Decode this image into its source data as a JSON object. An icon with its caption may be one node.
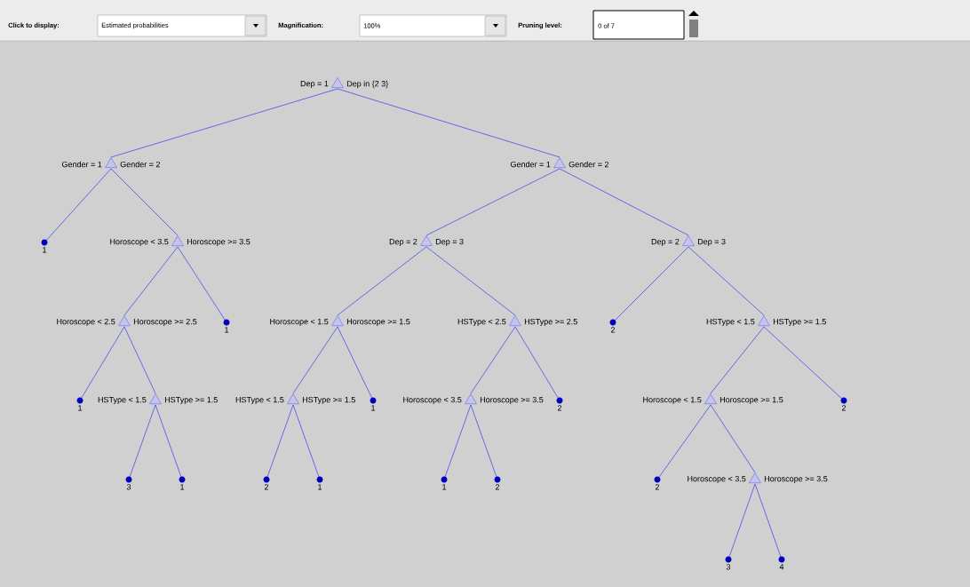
{
  "diagram": {
    "nodes": [
      {
        "text": [
          "Dep = 1",
          "Dep in {2 3}"
        ]
      },
      {
        "text": [
          "Gender = 1",
          "Gender = 2"
        ]
      },
      {
        "text": [
          "Gender = 1",
          "Gender = 2"
        ]
      },
      {
        "text": [
          "1"
        ]
      },
      {
        "text": [
          "Horoscope < 3.5",
          "Horoscope >= 3.5"
        ]
      },
      {
        "text": [
          "Dep = 2",
          "Dep = 3"
        ]
      },
      {
        "text": [
          "Dep = 2",
          "Dep = 3"
        ]
      },
      {
        "text": [
          "Horoscope < 2.5",
          "Horoscope >= 2.5"
        ]
      },
      {
        "text": [
          "1"
        ]
      },
      {
        "text": [
          "Horoscope < 1.5",
          "Horoscope >= 1.5"
        ]
      },
      {
        "text": [
          "HSType < 2.5",
          "HSType >= 2.5"
        ]
      },
      {
        "text": [
          "2"
        ]
      },
      {
        "text": [
          "HSType < 1.5",
          "HSType >= 1.5"
        ]
      },
      {
        "text": [
          "1"
        ]
      },
      {
        "text": [
          "HSType < 1.5",
          "HSType >= 1.5"
        ]
      },
      {
        "text": [
          "HSType < 1.5",
          "HSType >= 1.5"
        ]
      },
      {
        "text": [
          "1"
        ]
      },
      {
        "text": [
          "Horoscope < 3.5",
          "Horoscope >= 3.5"
        ]
      },
      {
        "text": [
          "2"
        ]
      },
      {
        "text": [
          "Horoscope < 1.5",
          "Horoscope >= 1.5"
        ]
      },
      {
        "text": [
          "2"
        ]
      },
      {
        "text": [
          "3"
        ]
      },
      {
        "text": [
          "1"
        ]
      },
      {
        "text": [
          "2"
        ]
      },
      {
        "text": [
          "1"
        ]
      },
      {
        "text": [
          "1"
        ]
      },
      {
        "text": [
          "2"
        ]
      },
      {
        "text": [
          "2"
        ]
      },
      {
        "text": [
          "Horoscope < 3.5",
          "Horoscope >= 3.5"
        ]
      },
      {
        "text": [
          "3"
        ]
      },
      {
        "text": [
          "4"
        ]
      }
    ],
    "edges": [
      {
        "from": 0,
        "to": 1,
        "arrow": "none"
      },
      {
        "from": 0,
        "to": 2,
        "arrow": "none"
      },
      {
        "from": 1,
        "to": 3,
        "arrow": "none"
      },
      {
        "from": 1,
        "to": 4,
        "arrow": "none"
      },
      {
        "from": 2,
        "to": 5,
        "arrow": "none"
      },
      {
        "from": 2,
        "to": 6,
        "arrow": "none"
      },
      {
        "from": 4,
        "to": 7,
        "arrow": "none"
      },
      {
        "from": 4,
        "to": 8,
        "arrow": "none"
      },
      {
        "from": 5,
        "to": 9,
        "arrow": "none"
      },
      {
        "from": 5,
        "to": 10,
        "arrow": "none"
      },
      {
        "from": 6,
        "to": 11,
        "arrow": "none"
      },
      {
        "from": 6,
        "to": 12,
        "arrow": "none"
      },
      {
        "from": 7,
        "to": 13,
        "arrow": "none"
      },
      {
        "from": 7,
        "to": 14,
        "arrow": "none"
      },
      {
        "from": 9,
        "to": 15,
        "arrow": "none"
      },
      {
        "from": 9,
        "to": 16,
        "arrow": "none"
      },
      {
        "from": 10,
        "to": 17,
        "arrow": "none"
      },
      {
        "from": 10,
        "to": 18,
        "arrow": "none"
      },
      {
        "from": 12,
        "to": 19,
        "arrow": "none"
      },
      {
        "from": 12,
        "to": 20,
        "arrow": "none"
      },
      {
        "from": 14,
        "to": 21,
        "arrow": "none"
      },
      {
        "from": 14,
        "to": 22,
        "arrow": "none"
      },
      {
        "from": 15,
        "to": 23,
        "arrow": "none"
      },
      {
        "from": 15,
        "to": 24,
        "arrow": "none"
      },
      {
        "from": 17,
        "to": 25,
        "arrow": "none"
      },
      {
        "from": 17,
        "to": 26,
        "arrow": "none"
      },
      {
        "from": 19,
        "to": 27,
        "arrow": "none"
      },
      {
        "from": 19,
        "to": 28,
        "arrow": "none"
      },
      {
        "from": 28,
        "to": 29,
        "arrow": "none"
      },
      {
        "from": 28,
        "to": 30,
        "arrow": "none"
      }
    ],
    "labels": [
      "Click to display:",
      "Estimated probabilities",
      "Magnification:",
      "100%",
      "Pruning level:",
      "0 of 7"
    ]
  }
}
